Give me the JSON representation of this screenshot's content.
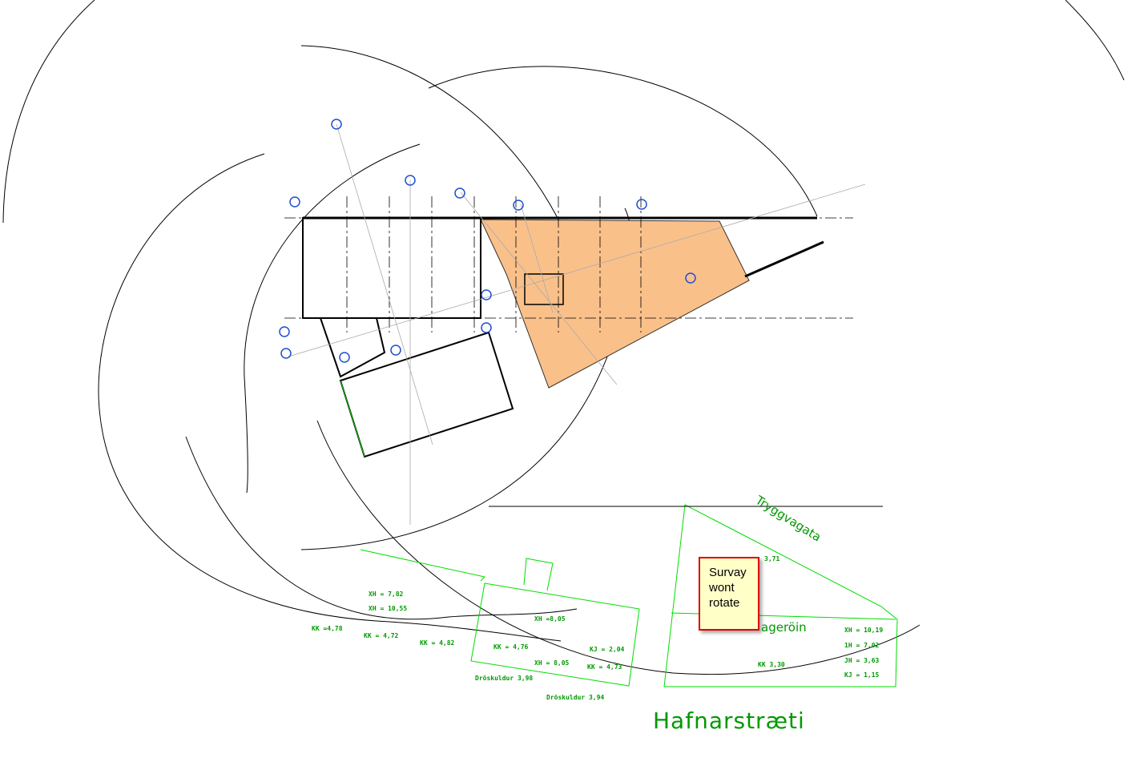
{
  "colors": {
    "highlight": "#fac08a",
    "survey": "#00cc00",
    "grid_marker": "#1f4fd0",
    "note_border": "#e00000",
    "note_bg": "#ffffc8"
  },
  "note": {
    "lines": [
      "Survay",
      "wont",
      "rotate"
    ]
  },
  "streets": {
    "top": "Tryggvagata",
    "bottom": "Hafnarstræti",
    "partial": "ageröin"
  },
  "survey_labels": [
    {
      "text": "XH = 7,82"
    },
    {
      "text": "XH = 10,55"
    },
    {
      "text": "KK =4,78"
    },
    {
      "text": "KK = 4,72"
    },
    {
      "text": "KK = 4,82"
    },
    {
      "text": "XH =8,05"
    },
    {
      "text": "KK = 4,76"
    },
    {
      "text": "KJ = 2,04"
    },
    {
      "text": "XH = 8,05"
    },
    {
      "text": "KK = 4,73"
    },
    {
      "text": "Dröskuldur 3,98"
    },
    {
      "text": "Dröskuldur 3,94"
    },
    {
      "text": "3,71"
    },
    {
      "text": "XH = 10,19"
    },
    {
      "text": "1H = 7,02"
    },
    {
      "text": "JH = 3,63"
    },
    {
      "text": "KJ = 1,15"
    },
    {
      "text": "KK 3,30"
    }
  ]
}
